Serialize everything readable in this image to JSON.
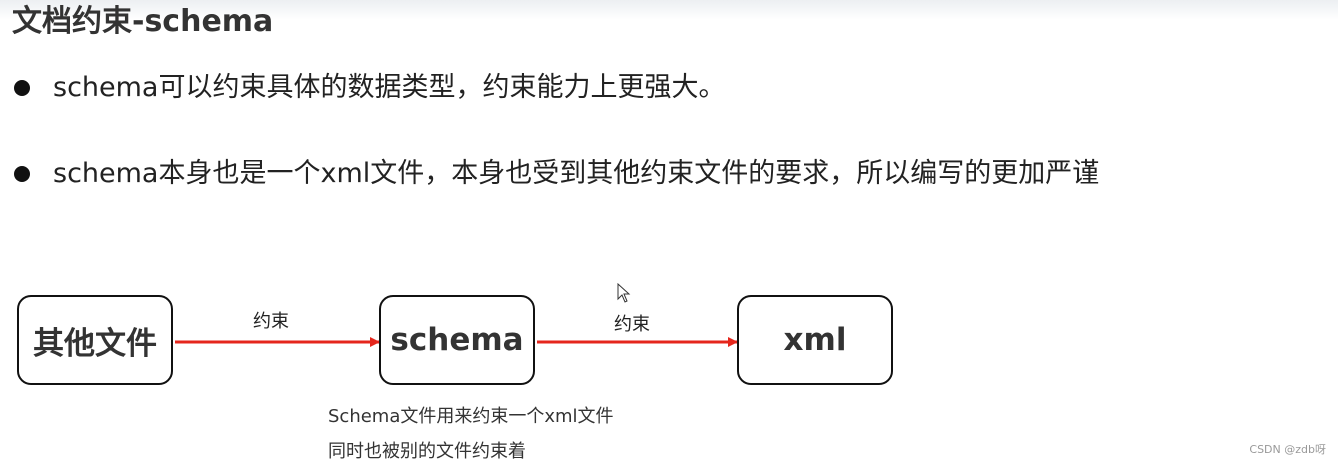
{
  "slide": {
    "title": "文档约束-schema",
    "bullets": [
      "schema可以约束具体的数据类型，约束能力上更强大。",
      "schema本身也是一个xml文件，本身也受到其他约束文件的要求，所以编写的更加严谨"
    ]
  },
  "diagram": {
    "nodes": [
      "其他文件",
      "schema",
      "xml"
    ],
    "edge_labels": [
      "约束",
      "约束"
    ],
    "arrow_color": "#e5261c",
    "notes": [
      "Schema文件用来约束一个xml文件",
      "同时也被别的文件约束着"
    ]
  },
  "watermark": "CSDN @zdb呀"
}
